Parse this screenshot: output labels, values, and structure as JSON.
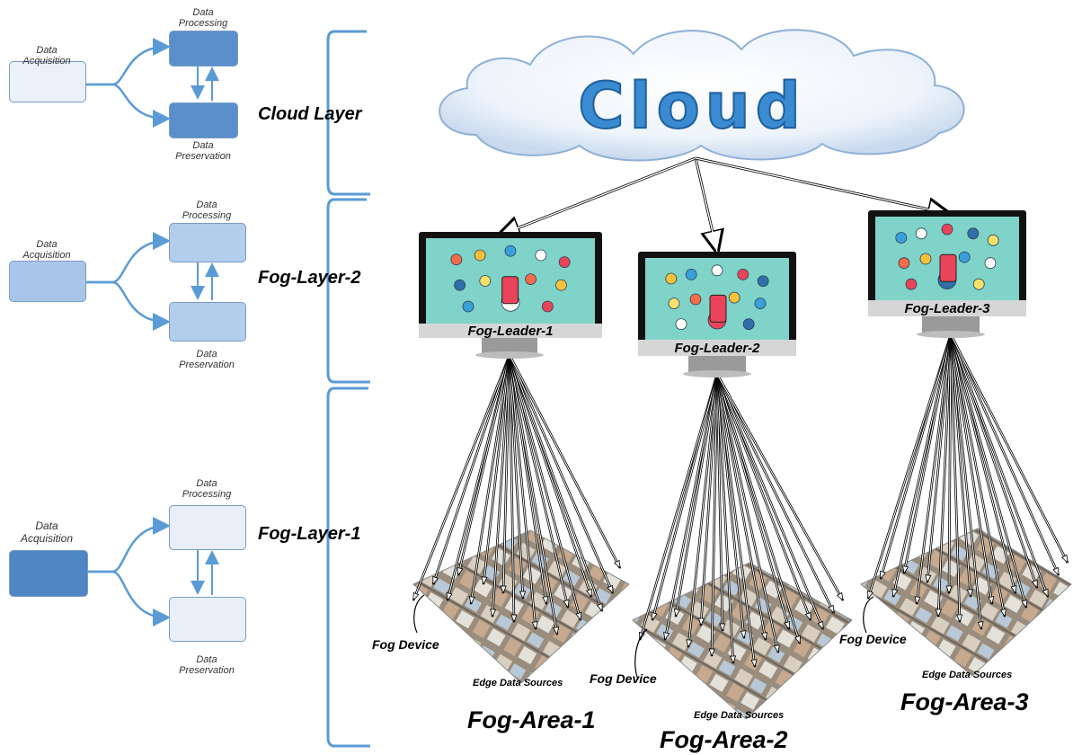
{
  "cloud": {
    "label": "Cloud"
  },
  "layers": [
    {
      "name": "Cloud Layer"
    },
    {
      "name": "Fog-Layer-2"
    },
    {
      "name": "Fog-Layer-1"
    }
  ],
  "flow": {
    "acquisition": "Data Acquisition",
    "processing": "Data Processing",
    "preservation": "Data Preservation"
  },
  "leaders": [
    {
      "label": "Fog-Leader-1"
    },
    {
      "label": "Fog-Leader-2"
    },
    {
      "label": "Fog-Leader-3"
    }
  ],
  "areas": [
    {
      "label": "Fog-Area-1",
      "device": "Fog Device",
      "sources": "Edge Data Sources"
    },
    {
      "label": "Fog-Area-2",
      "device": "Fog Device",
      "sources": "Edge Data Sources"
    },
    {
      "label": "Fog-Area-3",
      "device": "Fog Device",
      "sources": "Edge Data Sources"
    }
  ],
  "colors": {
    "box_dark": "#4f86c6",
    "box_mid": "#a9c6e8",
    "box_light": "#e6eef8",
    "arrow": "#5b9bd5",
    "screen": "#7fd3c9"
  }
}
